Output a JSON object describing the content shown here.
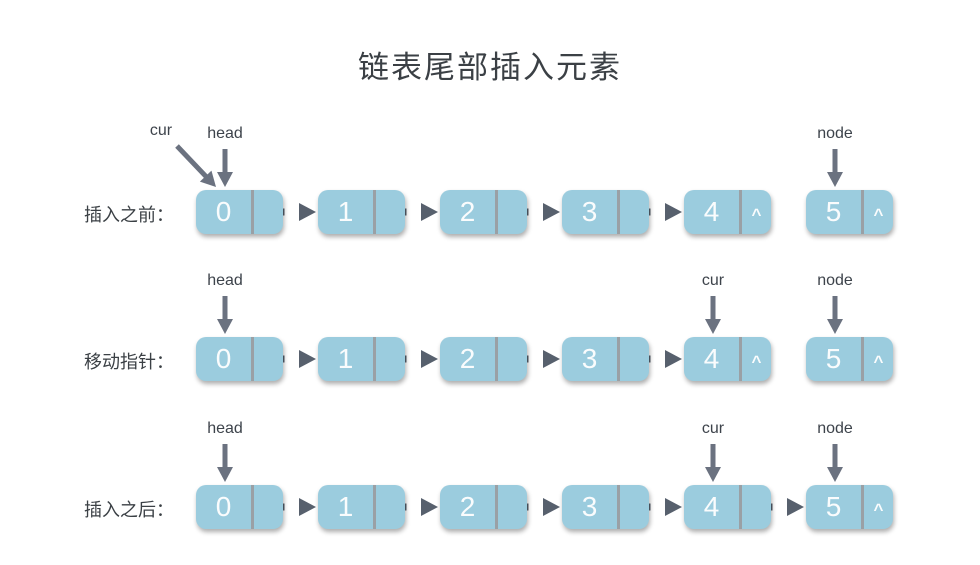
{
  "title": "链表尾部插入元素",
  "colors": {
    "background": "#ffffff",
    "node_fill": "#9bccde",
    "node_divider": "#9aa0a5",
    "node_text": "#fafcfd",
    "link_arrow": "#57606d",
    "pointer_arrow": "#6b7280",
    "label_text": "#3b4045"
  },
  "diagram": {
    "type": "linked-list-steps",
    "null_symbol": "^",
    "rows": [
      {
        "label": "插入之前：",
        "nodes": [
          {
            "value": "0",
            "pointer": ""
          },
          {
            "value": "1",
            "pointer": ""
          },
          {
            "value": "2",
            "pointer": ""
          },
          {
            "value": "3",
            "pointer": ""
          },
          {
            "value": "4",
            "pointer": "^"
          },
          {
            "value": "5",
            "pointer": "^"
          }
        ],
        "links": [
          [
            0,
            1
          ],
          [
            1,
            2
          ],
          [
            2,
            3
          ],
          [
            3,
            4
          ]
        ],
        "pointers": [
          {
            "name": "cur",
            "target": 0,
            "style": "diagonal"
          },
          {
            "name": "head",
            "target": 0,
            "style": "vertical"
          },
          {
            "name": "node",
            "target": 5,
            "style": "vertical"
          }
        ]
      },
      {
        "label": "移动指针：",
        "nodes": [
          {
            "value": "0",
            "pointer": ""
          },
          {
            "value": "1",
            "pointer": ""
          },
          {
            "value": "2",
            "pointer": ""
          },
          {
            "value": "3",
            "pointer": ""
          },
          {
            "value": "4",
            "pointer": "^"
          },
          {
            "value": "5",
            "pointer": "^"
          }
        ],
        "links": [
          [
            0,
            1
          ],
          [
            1,
            2
          ],
          [
            2,
            3
          ],
          [
            3,
            4
          ]
        ],
        "pointers": [
          {
            "name": "head",
            "target": 0,
            "style": "vertical"
          },
          {
            "name": "cur",
            "target": 4,
            "style": "vertical"
          },
          {
            "name": "node",
            "target": 5,
            "style": "vertical"
          }
        ]
      },
      {
        "label": "插入之后：",
        "nodes": [
          {
            "value": "0",
            "pointer": ""
          },
          {
            "value": "1",
            "pointer": ""
          },
          {
            "value": "2",
            "pointer": ""
          },
          {
            "value": "3",
            "pointer": ""
          },
          {
            "value": "4",
            "pointer": ""
          },
          {
            "value": "5",
            "pointer": "^"
          }
        ],
        "links": [
          [
            0,
            1
          ],
          [
            1,
            2
          ],
          [
            2,
            3
          ],
          [
            3,
            4
          ],
          [
            4,
            5
          ]
        ],
        "pointers": [
          {
            "name": "head",
            "target": 0,
            "style": "vertical"
          },
          {
            "name": "cur",
            "target": 4,
            "style": "vertical"
          },
          {
            "name": "node",
            "target": 5,
            "style": "vertical"
          }
        ]
      }
    ]
  }
}
